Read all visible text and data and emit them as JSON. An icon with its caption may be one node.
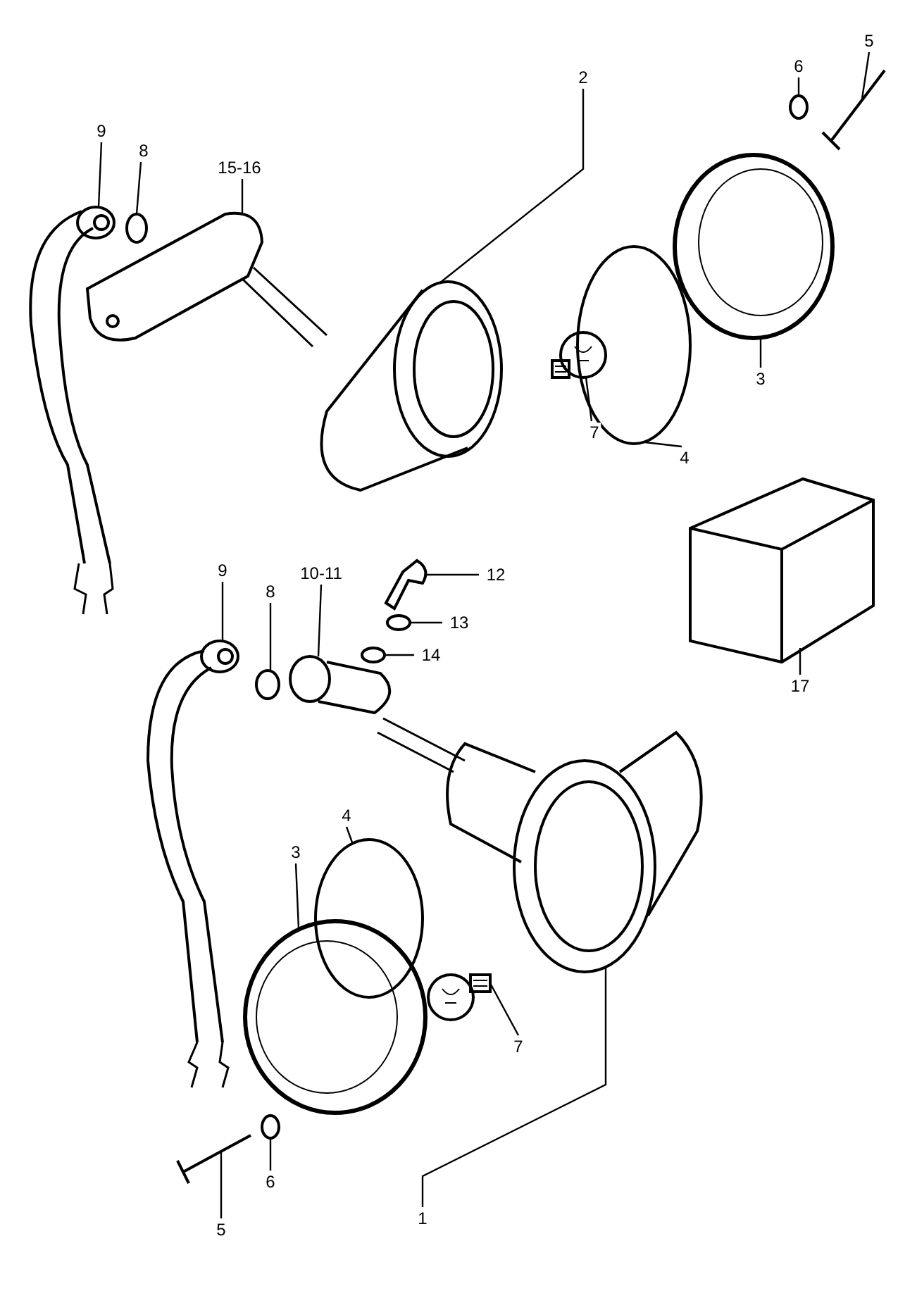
{
  "diagram": {
    "nodes": [
      {
        "text": [
          "9"
        ]
      },
      {
        "text": [
          "8"
        ]
      },
      {
        "text": [
          "15-16"
        ]
      },
      {
        "text": [
          "2"
        ]
      },
      {
        "text": [
          "6"
        ]
      },
      {
        "text": [
          "5"
        ]
      },
      {
        "text": [
          "7"
        ]
      },
      {
        "text": [
          "4"
        ]
      },
      {
        "text": [
          "3"
        ]
      },
      {
        "text": [
          "12"
        ]
      },
      {
        "text": [
          "13"
        ]
      },
      {
        "text": [
          "14"
        ]
      },
      {
        "text": [
          "10-11"
        ]
      },
      {
        "text": [
          "9"
        ]
      },
      {
        "text": [
          "8"
        ]
      },
      {
        "text": [
          "17"
        ]
      },
      {
        "text": [
          "4"
        ]
      },
      {
        "text": [
          "3"
        ]
      },
      {
        "text": [
          "7"
        ]
      },
      {
        "text": [
          "6"
        ]
      },
      {
        "text": [
          "5"
        ]
      },
      {
        "text": [
          "1"
        ]
      },
      {
        "text": [],
        "shape": "picture"
      },
      {
        "text": [],
        "shape": "circle"
      },
      {
        "text": [],
        "shape": "picture"
      },
      {
        "text": [],
        "shape": "picture"
      },
      {
        "text": [],
        "shape": "circle"
      },
      {
        "text": [],
        "shape": "picture"
      },
      {
        "text": [],
        "shape": "picture"
      },
      {
        "text": [],
        "shape": "circle"
      },
      {
        "text": [],
        "shape": "picture"
      },
      {
        "text": [],
        "shape": "picture"
      },
      {
        "text": [],
        "shape": "circle"
      },
      {
        "text": [],
        "shape": "circle"
      },
      {
        "text": [],
        "shape": "picture"
      },
      {
        "text": [],
        "shape": "picture"
      },
      {
        "text": [],
        "shape": "circle"
      },
      {
        "text": [],
        "shape": "picture"
      },
      {
        "text": [],
        "shape": "circle"
      },
      {
        "text": [],
        "shape": "picture"
      },
      {
        "text": [],
        "shape": "picture"
      },
      {
        "text": [],
        "shape": "circle"
      },
      {
        "text": [],
        "shape": "picture"
      },
      {
        "text": [],
        "shape": "picture"
      }
    ],
    "edges": [
      {
        "from": 0,
        "to": 22,
        "arrow": "none"
      },
      {
        "from": 1,
        "to": 23,
        "arrow": "none"
      },
      {
        "from": 2,
        "to": 24,
        "arrow": "none"
      },
      {
        "from": 3,
        "to": 25,
        "arrow": "none"
      },
      {
        "from": 4,
        "to": 26,
        "arrow": "none"
      },
      {
        "from": 5,
        "to": 27,
        "arrow": "none"
      },
      {
        "from": 6,
        "to": 28,
        "arrow": "none"
      },
      {
        "from": 7,
        "to": 29,
        "arrow": "none"
      },
      {
        "from": 8,
        "to": 30,
        "arrow": "none"
      },
      {
        "from": 9,
        "to": 31,
        "arrow": "none"
      },
      {
        "from": 10,
        "to": 32,
        "arrow": "none"
      },
      {
        "from": 11,
        "to": 33,
        "arrow": "none"
      },
      {
        "from": 12,
        "to": 34,
        "arrow": "none"
      },
      {
        "from": 13,
        "to": 35,
        "arrow": "none"
      },
      {
        "from": 14,
        "to": 36,
        "arrow": "none"
      },
      {
        "from": 15,
        "to": 37,
        "arrow": "none"
      },
      {
        "from": 16,
        "to": 38,
        "arrow": "none"
      },
      {
        "from": 17,
        "to": 39,
        "arrow": "none"
      },
      {
        "from": 18,
        "to": 40,
        "arrow": "none"
      },
      {
        "from": 19,
        "to": 41,
        "arrow": "none"
      },
      {
        "from": 20,
        "to": 42,
        "arrow": "none"
      },
      {
        "from": 21,
        "to": 43,
        "arrow": "none"
      }
    ]
  }
}
